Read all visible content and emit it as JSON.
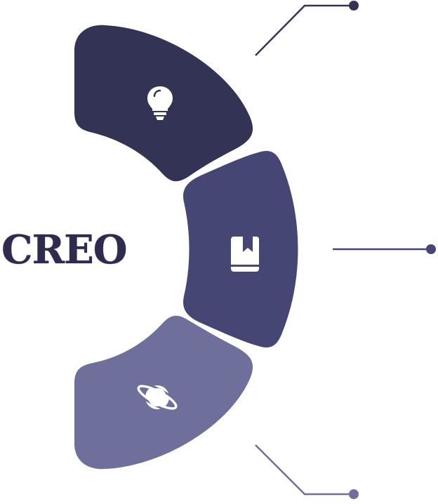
{
  "brand": {
    "title": "CREO"
  },
  "segments": [
    {
      "id": "idea",
      "icon": "lightbulb-icon",
      "color": "#333355"
    },
    {
      "id": "book",
      "icon": "bookmark-book-icon",
      "color": "#464675"
    },
    {
      "id": "planet",
      "icon": "planet-icon",
      "color": "#6f6f9b"
    }
  ],
  "connector_colors": {
    "top": "#333355",
    "middle": "#464675",
    "bottom": "#6f6f9b"
  }
}
